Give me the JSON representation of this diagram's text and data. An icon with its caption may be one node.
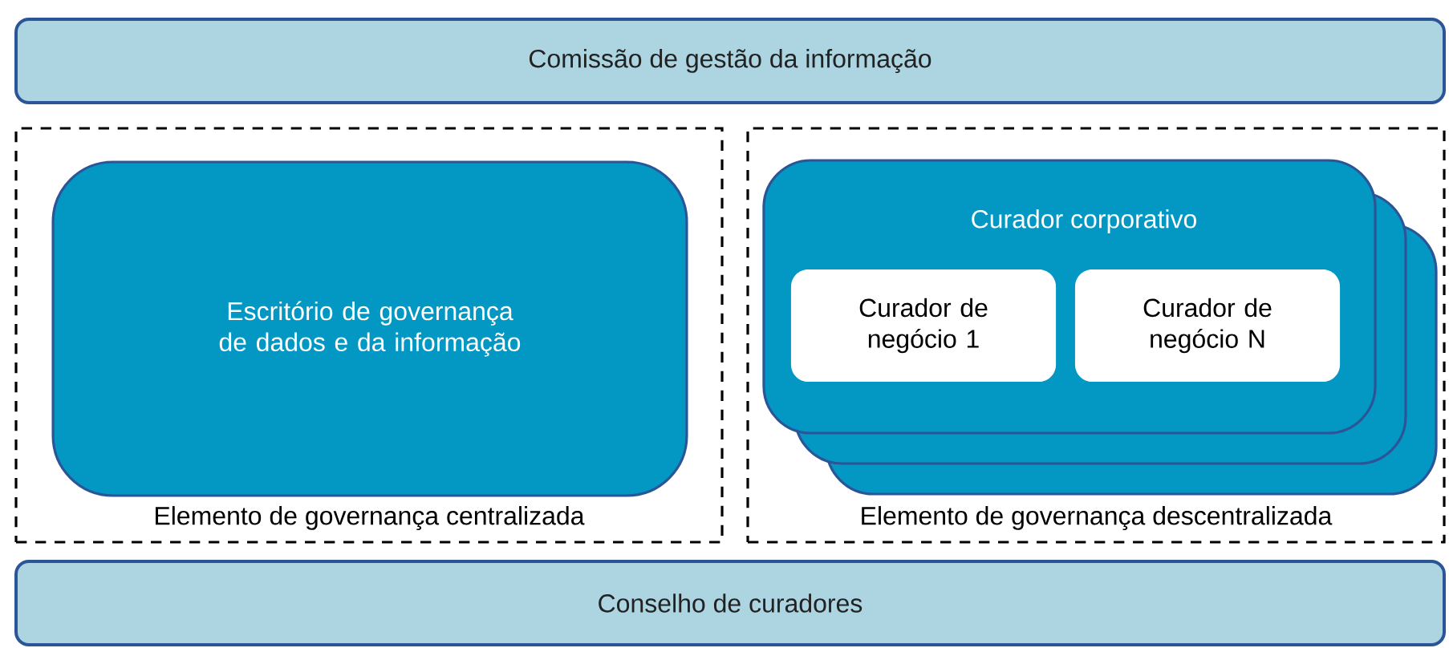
{
  "diagram": {
    "nodes": [
      {
        "text": [
          "Comissão de gestão da informação"
        ]
      },
      {
        "text": [
          "Elemento de governança centralizada"
        ]
      },
      {
        "text": [
          "Escritório de governança de dados e da informação"
        ],
        "in": 1
      },
      {
        "text": [
          "Elemento de governança descentralizada"
        ]
      },
      {
        "text": [
          "Curador corporativo"
        ],
        "in": 3
      },
      {
        "text": [
          "Curador de negócio 1"
        ],
        "in": 4
      },
      {
        "text": [
          "Curador de negócio N"
        ],
        "in": 4
      },
      {
        "text": [
          "Conselho de curadores"
        ]
      }
    ]
  }
}
